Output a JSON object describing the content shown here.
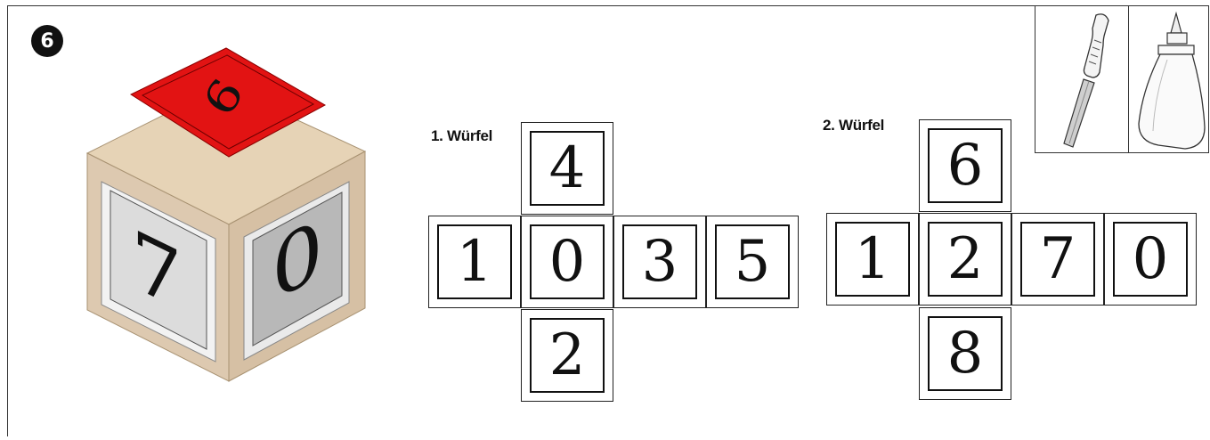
{
  "step": {
    "number": "6"
  },
  "cube_illustration": {
    "top_face_digit": "6",
    "front_face_digit": "7",
    "side_face_digit": "0",
    "colors": {
      "top_card": "#e21313",
      "wood": "#e3d2bc",
      "card_front": "#d8d8d8",
      "card_side": "#b9b9b9"
    }
  },
  "cube1": {
    "label": "1. Würfel",
    "top": "4",
    "row": [
      "1",
      "0",
      "3",
      "5"
    ],
    "bottom": "2"
  },
  "cube2": {
    "label": "2. Würfel",
    "top": "6",
    "row": [
      "1",
      "2",
      "7",
      "0"
    ],
    "bottom": "8"
  },
  "tools": [
    "file-icon",
    "glue-bottle-icon"
  ]
}
